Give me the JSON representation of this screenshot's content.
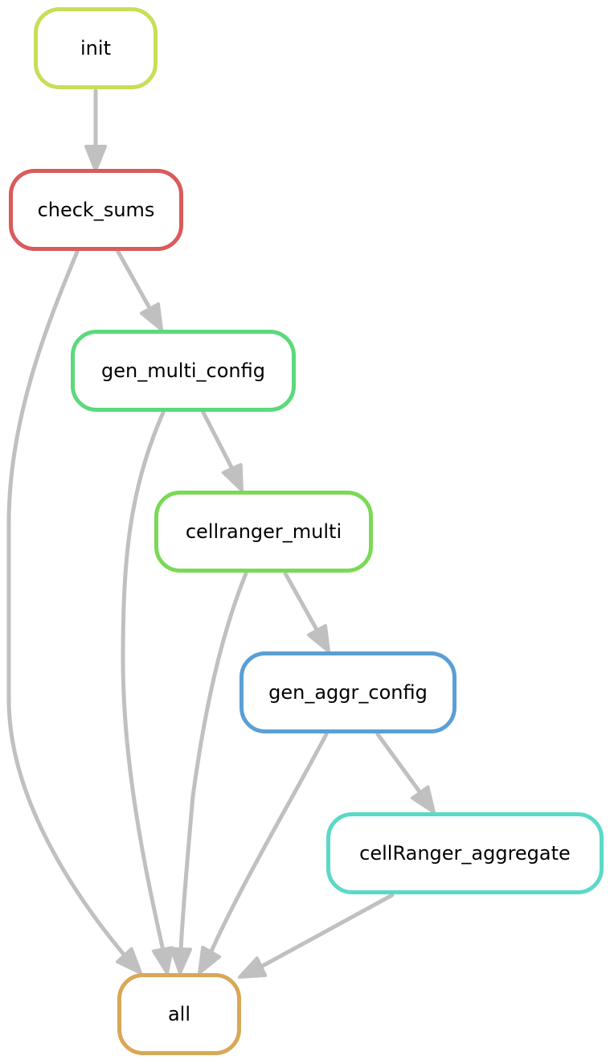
{
  "diagram": {
    "type": "workflow-dag",
    "edge_color": "#c0c0c0",
    "nodes": [
      {
        "id": "init",
        "label": "init",
        "border_color": "#cadd57"
      },
      {
        "id": "check_sums",
        "label": "check_sums",
        "border_color": "#d95b5b"
      },
      {
        "id": "gen_multi_config",
        "label": "gen_multi_config",
        "border_color": "#5bd97b"
      },
      {
        "id": "cellranger_multi",
        "label": "cellranger_multi",
        "border_color": "#7bd957"
      },
      {
        "id": "gen_aggr_config",
        "label": "gen_aggr_config",
        "border_color": "#5a9fd6"
      },
      {
        "id": "cellRanger_aggregate",
        "label": "cellRanger_aggregate",
        "border_color": "#5bd9c8"
      },
      {
        "id": "all",
        "label": "all",
        "border_color": "#d9a757"
      }
    ],
    "edges": [
      {
        "from": "init",
        "to": "check_sums"
      },
      {
        "from": "check_sums",
        "to": "gen_multi_config"
      },
      {
        "from": "check_sums",
        "to": "all"
      },
      {
        "from": "gen_multi_config",
        "to": "cellranger_multi"
      },
      {
        "from": "gen_multi_config",
        "to": "all"
      },
      {
        "from": "cellranger_multi",
        "to": "gen_aggr_config"
      },
      {
        "from": "cellranger_multi",
        "to": "all"
      },
      {
        "from": "gen_aggr_config",
        "to": "cellRanger_aggregate"
      },
      {
        "from": "gen_aggr_config",
        "to": "all"
      },
      {
        "from": "cellRanger_aggregate",
        "to": "all"
      }
    ]
  }
}
